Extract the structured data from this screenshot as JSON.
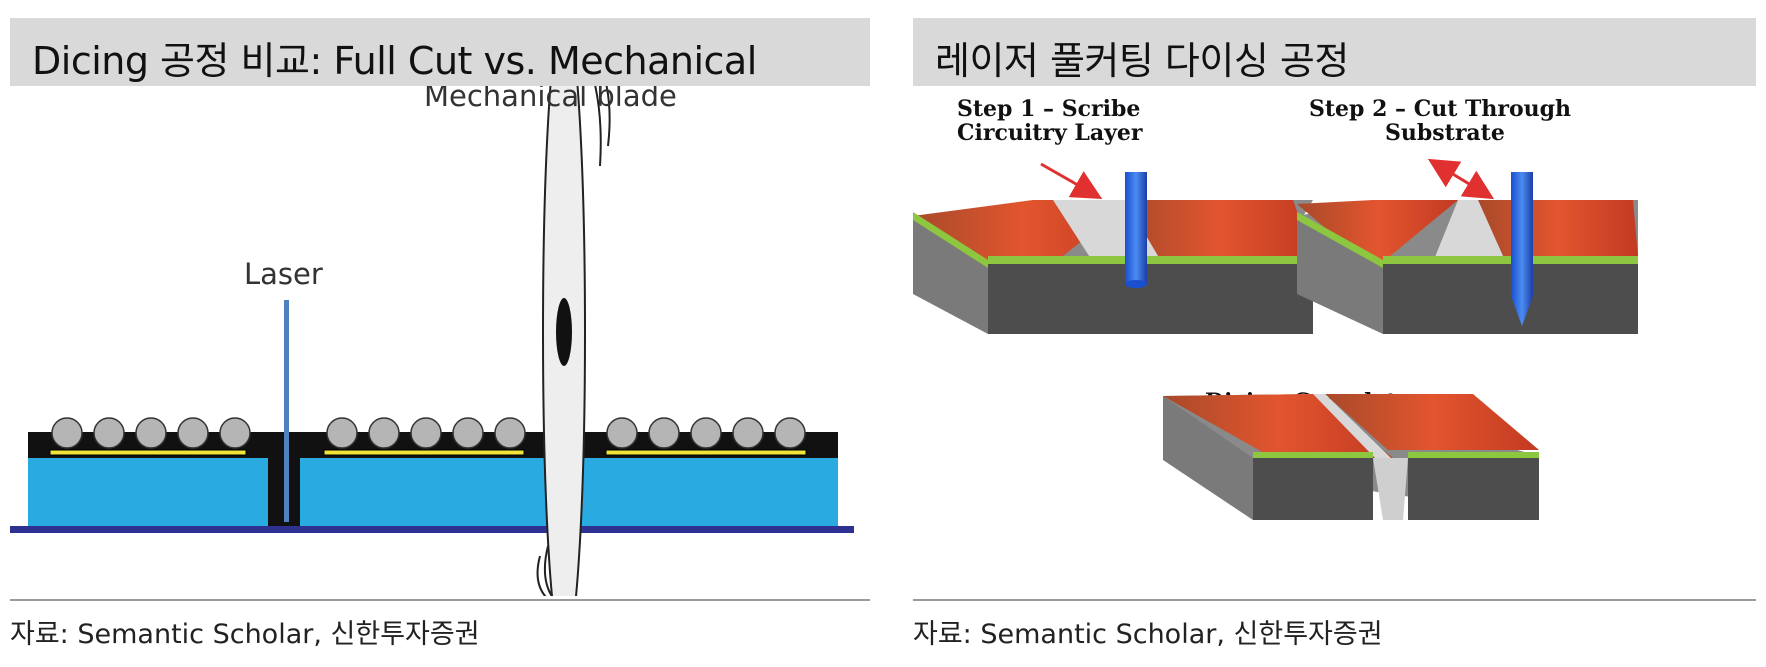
{
  "left_panel": {
    "title": "Dicing 공정 비교: Full Cut vs. Mechanical",
    "labels": {
      "mechanical_blade": "Mechanical blade",
      "laser": "Laser"
    },
    "source": "자료: Semantic Scholar, 신한투자증권"
  },
  "right_panel": {
    "title": "레이저 풀커팅 다이싱 공정",
    "labels": {
      "step1_line1": "Step 1 – Scribe",
      "step1_line2": "Circuitry Layer",
      "step2_line1": "Step 2 – Cut Through",
      "step2_line2": "Substrate",
      "dicing_complete": "Dicing Complete"
    },
    "source": "자료: Semantic Scholar, 신한투자증권"
  },
  "colors": {
    "header_bg": "#d9d9d9",
    "substrate_blue": "#29abe2",
    "laser_beam": "#4f81bd",
    "die_top_red": "#d9442b",
    "green_layer": "#8dc63f",
    "bulk_gray": "#4d4d4d",
    "arrow_red": "#e03030"
  }
}
